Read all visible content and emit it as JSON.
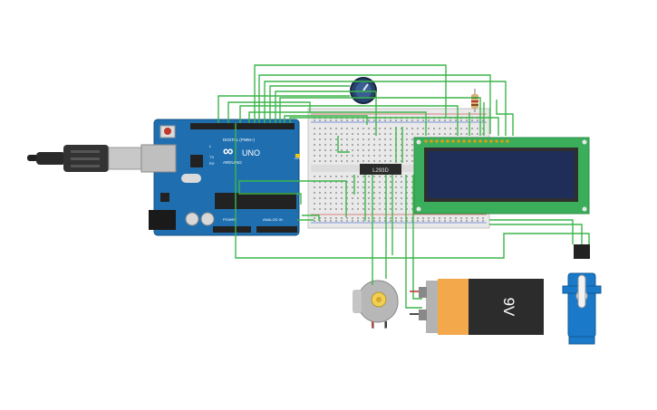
{
  "circuit": {
    "arduino": {
      "brand_text": "ARDUINO",
      "model_text": "UNO",
      "digital_label": "DIGITAL (PWM~)",
      "power_label": "POWER",
      "analog_label": "ANALOG IN",
      "tx_label": "TX",
      "rx_label": "RX",
      "l_label": "L",
      "on_label": "ON"
    },
    "ic": {
      "label": "L293D"
    },
    "battery": {
      "label": "9V"
    },
    "colors": {
      "wire": "#3cb64a",
      "arduino_board": "#1f6fb0",
      "breadboard": "#e9e9e9",
      "lcd_board": "#3aae5a",
      "lcd_screen": "#1e2e59",
      "servo": "#1a79c8",
      "battery_label": "#f2a84b",
      "battery_body": "#2c2c2c"
    },
    "icons": [
      "usb-cable-icon",
      "potentiometer-icon",
      "resistor-icon",
      "dc-motor-icon",
      "servo-icon",
      "battery-icon"
    ]
  }
}
